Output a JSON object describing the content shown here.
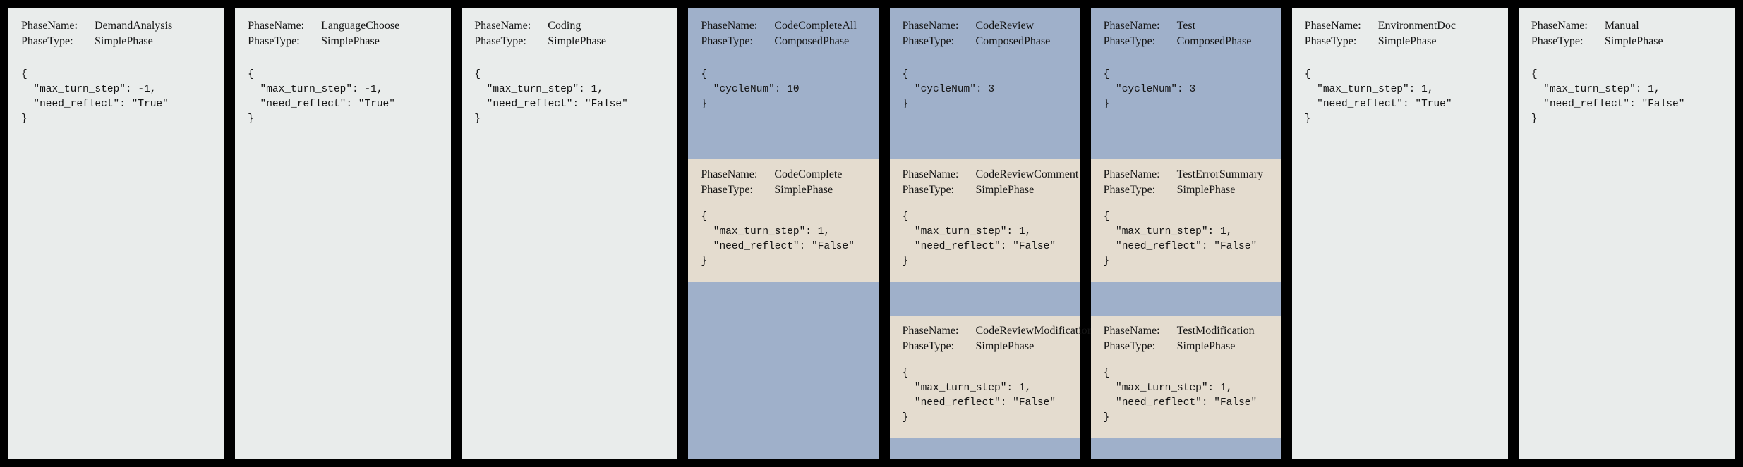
{
  "colors": {
    "background": "#000000",
    "simple_phase_bg": "#e9eceb",
    "composed_phase_bg": "#9fb0ca",
    "sub_phase_bg": "#e4dccf"
  },
  "labels": {
    "phase_name": "PhaseName:",
    "phase_type": "PhaseType:"
  },
  "phases": [
    {
      "name": "DemandAnalysis",
      "type": "SimplePhase",
      "config": "{\n  \"max_turn_step\": -1,\n  \"need_reflect\": \"True\"\n}"
    },
    {
      "name": "LanguageChoose",
      "type": "SimplePhase",
      "config": "{\n  \"max_turn_step\": -1,\n  \"need_reflect\": \"True\"\n}"
    },
    {
      "name": "Coding",
      "type": "SimplePhase",
      "config": "{\n  \"max_turn_step\": 1,\n  \"need_reflect\": \"False\"\n}"
    },
    {
      "name": "CodeCompleteAll",
      "type": "ComposedPhase",
      "config": "{\n  \"cycleNum\": 10\n}",
      "children": [
        {
          "name": "CodeComplete",
          "type": "SimplePhase",
          "config": "{\n  \"max_turn_step\": 1,\n  \"need_reflect\": \"False\"\n}"
        }
      ]
    },
    {
      "name": "CodeReview",
      "type": "ComposedPhase",
      "config": "{\n  \"cycleNum\": 3\n}",
      "children": [
        {
          "name": "CodeReviewComment",
          "type": "SimplePhase",
          "config": "{\n  \"max_turn_step\": 1,\n  \"need_reflect\": \"False\"\n}"
        },
        {
          "name": "CodeReviewModification",
          "type": "SimplePhase",
          "config": "{\n  \"max_turn_step\": 1,\n  \"need_reflect\": \"False\"\n}"
        }
      ]
    },
    {
      "name": "Test",
      "type": "ComposedPhase",
      "config": "{\n  \"cycleNum\": 3\n}",
      "children": [
        {
          "name": "TestErrorSummary",
          "type": "SimplePhase",
          "config": "{\n  \"max_turn_step\": 1,\n  \"need_reflect\": \"False\"\n}"
        },
        {
          "name": "TestModification",
          "type": "SimplePhase",
          "config": "{\n  \"max_turn_step\": 1,\n  \"need_reflect\": \"False\"\n}"
        }
      ]
    },
    {
      "name": "EnvironmentDoc",
      "type": "SimplePhase",
      "config": "{\n  \"max_turn_step\": 1,\n  \"need_reflect\": \"True\"\n}"
    },
    {
      "name": "Manual",
      "type": "SimplePhase",
      "config": "{\n  \"max_turn_step\": 1,\n  \"need_reflect\": \"False\"\n}"
    }
  ]
}
